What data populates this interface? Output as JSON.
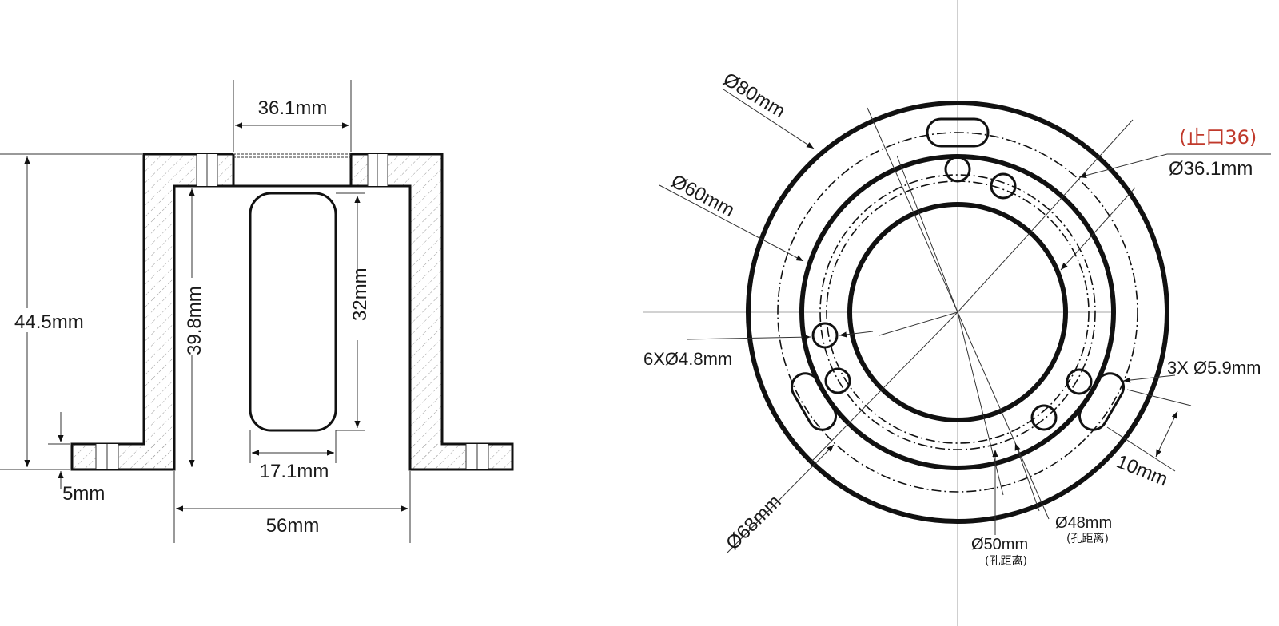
{
  "side_view": {
    "top_width": "36.1mm",
    "total_height": "44.5mm",
    "inner_height": "39.8mm",
    "slot_height": "32mm",
    "slot_width": "17.1mm",
    "flange_thickness": "5mm",
    "inner_diameter": "56mm"
  },
  "top_view": {
    "outer_diameter": "80mm",
    "mid_diameter": "60mm",
    "slot_circle_diameter": "68mm",
    "spigot_label": "(止口36)",
    "spigot_diameter": "36.1mm",
    "small_holes": "6XØ4.8mm",
    "slots": "3X",
    "slot_size": "5.9mm",
    "slot_length": "10mm",
    "hole_circle_50": "50mm",
    "hole_circle_48": "48mm",
    "hole_spacing_note": "(孔距离)",
    "diameter_symbol": "Ø"
  },
  "colors": {
    "line": "#111111",
    "annotation_red": "#c0392b",
    "center_line": "#888888"
  }
}
